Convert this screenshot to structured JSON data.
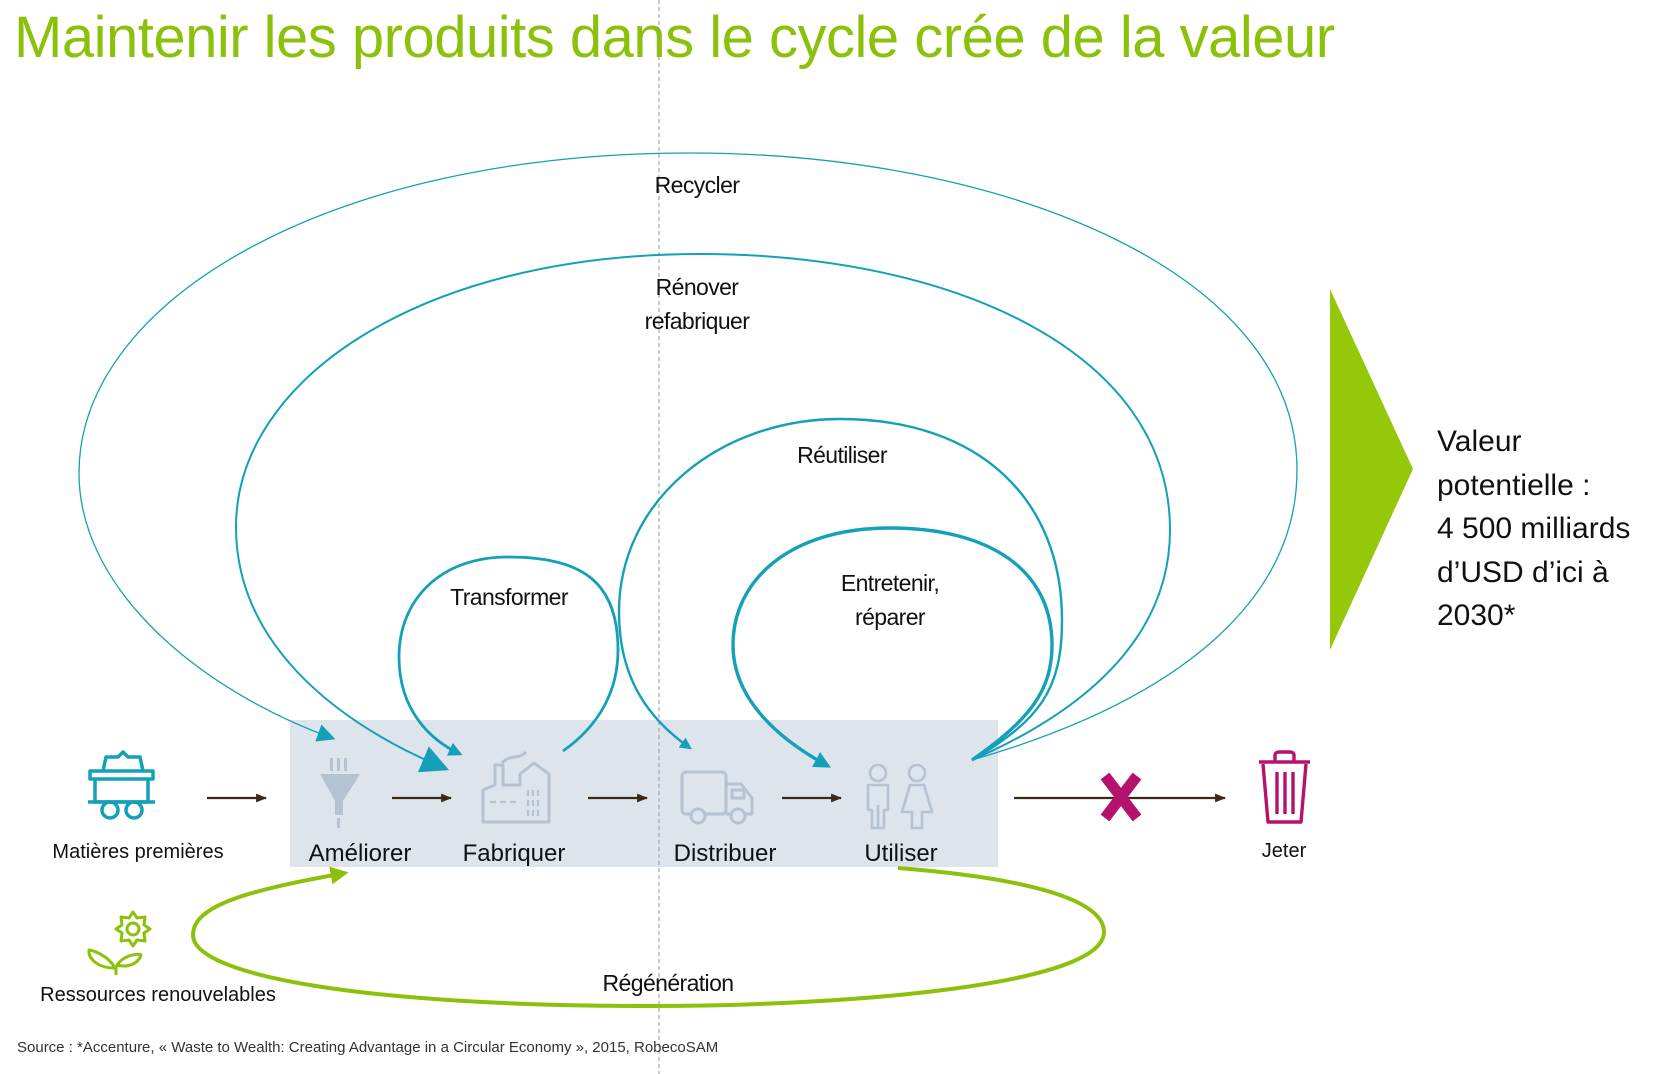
{
  "title": "Maintenir les produits dans le cycle crée de la valeur",
  "colors": {
    "title_green": "#8cc10b",
    "loop_teal": "#13a0b8",
    "regeneration_green": "#8cc10b",
    "box_grey": "#dee4ec",
    "icon_grey": "#b4c2d2",
    "arrow_dark": "#3a2a14",
    "discard_magenta": "#b5126e",
    "value_triangle": "#96c80a"
  },
  "inputs": {
    "raw_materials": {
      "label": "Matières premières",
      "icon": "mine-cart-icon"
    },
    "renewables": {
      "label": "Ressources renouvelables",
      "icon": "plant-sun-icon"
    }
  },
  "steps": [
    {
      "label": "Améliorer",
      "icon": "funnel-icon"
    },
    {
      "label": "Fabriquer",
      "icon": "factory-icon"
    },
    {
      "label": "Distribuer",
      "icon": "truck-icon"
    },
    {
      "label": "Utiliser",
      "icon": "people-icon"
    }
  ],
  "loops": {
    "recycle": "Recycler",
    "renovate_line1": "Rénover",
    "renovate_line2": "refabriquer",
    "reuse": "Réutiliser",
    "maintain_line1": "Entretenir,",
    "maintain_line2": "réparer",
    "transform": "Transformer",
    "regeneration": "Régénération"
  },
  "discard": {
    "label": "Jeter",
    "icon": "trash-can-icon",
    "blocked_icon": "cross-icon"
  },
  "value": {
    "lines": [
      "Valeur",
      "potentielle :",
      "4 500 milliards",
      "d’USD d’ici à",
      "2030*"
    ]
  },
  "source": "Source : *Accenture, « Waste to Wealth: Creating Advantage in a Circular Economy », 2015, RobecoSAM"
}
